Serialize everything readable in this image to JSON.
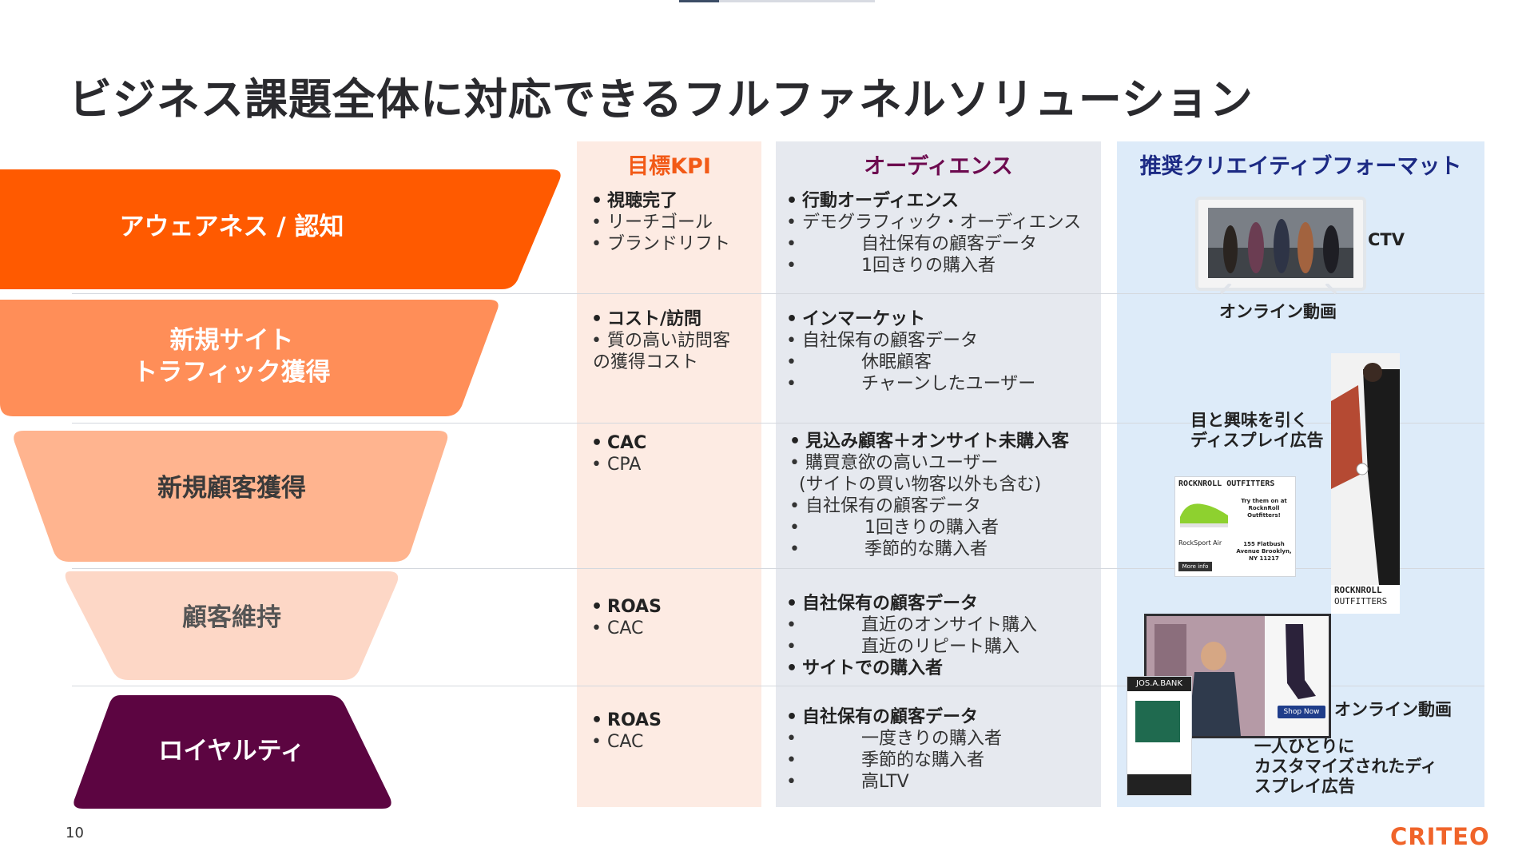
{
  "title": "ビジネス課題全体に対応できるフルファネルソリューション",
  "columns": {
    "kpi": {
      "label": "目標KPI",
      "color": "#f25a17"
    },
    "audience": {
      "label": "オーディエンス",
      "color": "#6d0a4f"
    },
    "creative": {
      "label": "推奨クリエイティブフォーマット",
      "color": "#1c2a84"
    }
  },
  "stages": [
    {
      "label": "アウェアネス / 認知",
      "color": "#ff5a00",
      "text_color": "#ffffff",
      "kpi": [
        "視聴完了",
        "リーチゴール",
        "ブランドリフト"
      ],
      "audience": {
        "main": [
          "行動オーディエンス",
          "デモグラフィック・オーディエンス"
        ],
        "sub": [
          "自社保有の顧客データ",
          "1回きりの購入者"
        ]
      }
    },
    {
      "label_line1": "新規サイト",
      "label_line2": "トラフィック獲得",
      "color": "#ff8e58",
      "text_color": "#ffffff",
      "kpi": [
        "コスト/訪問",
        "質の高い訪問客",
        "の獲得コスト"
      ],
      "audience": {
        "main": [
          "インマーケット",
          "自社保有の顧客データ"
        ],
        "sub": [
          "休眠顧客",
          "チャーンしたユーザー"
        ]
      }
    },
    {
      "label": "新規顧客獲得",
      "color": "#ffb48f",
      "text_color": "#3a3a3a",
      "kpi": [
        "CAC",
        "CPA"
      ],
      "audience": {
        "main": [
          "見込み顧客＋オンサイト未購入客",
          "購買意欲の高いユーザー",
          "(サイトの買い物客以外も含む)",
          "自社保有の顧客データ"
        ],
        "sub": [
          "1回きりの購入者",
          "季節的な購入者"
        ]
      }
    },
    {
      "label": "顧客維持",
      "color": "#fdd7c6",
      "text_color": "#555555",
      "kpi": [
        "ROAS",
        "CAC"
      ],
      "audience": {
        "main": [
          "自社保有の顧客データ",
          "サイトでの購入者"
        ],
        "sub": [
          "直近のオンサイト購入",
          "直近のリピート購入"
        ]
      }
    },
    {
      "label": "ロイヤルティ",
      "color": "#5c0541",
      "text_color": "#ffffff",
      "kpi": [
        "ROAS",
        "CAC"
      ],
      "audience": {
        "main": [
          "自社保有の顧客データ"
        ],
        "sub": [
          "一度きりの購入者",
          "季節的な購入者",
          "高LTV"
        ]
      }
    }
  ],
  "creative": {
    "ctv": "CTV",
    "online_video_1": "オンライン動画",
    "display_1a": "目と興味を引く",
    "display_1b": "ディスプレイ広告",
    "online_video_2": "オンライン動画",
    "display_2a": "一人ひとりに",
    "display_2b": "カスタマイズされたディ",
    "display_2c": "スプレイ広告",
    "ad_brand": "ROCKNROLL OUTFITTERS",
    "ad_brand_l1": "ROCKNROLL",
    "ad_brand_l2": "OUTFITTERS",
    "ad_try": "Try them on at RocknRoll Outfitters!",
    "ad_product": "RockSport Air",
    "ad_address": "155 Flatbush Avenue Brooklyn, NY 11217",
    "ad_more": "More info",
    "ad_shop": "Shop Now",
    "ad_bank": "JOS.A.BANK"
  },
  "footer": {
    "page": "10",
    "logo": "CRITEO"
  }
}
